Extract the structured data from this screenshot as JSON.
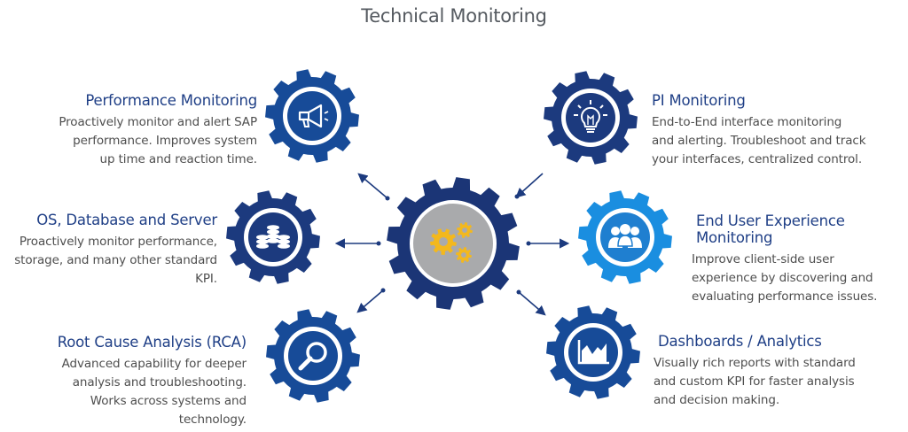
{
  "title": "Technical Monitoring",
  "colors": {
    "gear_dark": "#1c3a7e",
    "gear_mid": "#174b98",
    "gear_light": "#1f7fd0",
    "gear_bright": "#1a8ee0",
    "center_gear": "#1b3576",
    "center_fill": "#a9aaac",
    "yellow_gear": "#f3b81d",
    "heading": "#1f3f86",
    "body_text": "#4e4e4e"
  },
  "center": {
    "icon": "yellow-gears-icon"
  },
  "items": [
    {
      "heading": "Performance Monitoring",
      "desc": [
        "Proactively monitor and alert SAP",
        "performance. Improves system",
        "up time and reaction time."
      ],
      "icon": "megaphone-icon"
    },
    {
      "heading": "OS, Database and Server",
      "desc": [
        "Proactively monitor performance,",
        "storage, and many other standard",
        "KPI."
      ],
      "icon": "database-stack-icon"
    },
    {
      "heading": "Root Cause Analysis (RCA)",
      "desc": [
        "Advanced capability for deeper",
        "analysis and troubleshooting.",
        "Works across systems and",
        "technology."
      ],
      "icon": "magnifier-icon"
    },
    {
      "heading": "PI Monitoring",
      "desc": [
        "End-to-End interface monitoring",
        "and alerting. Troubleshoot and track",
        "your interfaces, centralized control."
      ],
      "icon": "lightbulb-icon"
    },
    {
      "heading": "End User Experience Monitoring",
      "desc": [
        "Improve client-side user",
        "experience by discovering and",
        "evaluating performance issues."
      ],
      "icon": "users-group-icon"
    },
    {
      "heading": "Dashboards / Analytics",
      "desc": [
        "Visually rich reports with standard",
        "and custom KPI for faster analysis",
        "and decision making."
      ],
      "icon": "area-chart-icon"
    }
  ]
}
